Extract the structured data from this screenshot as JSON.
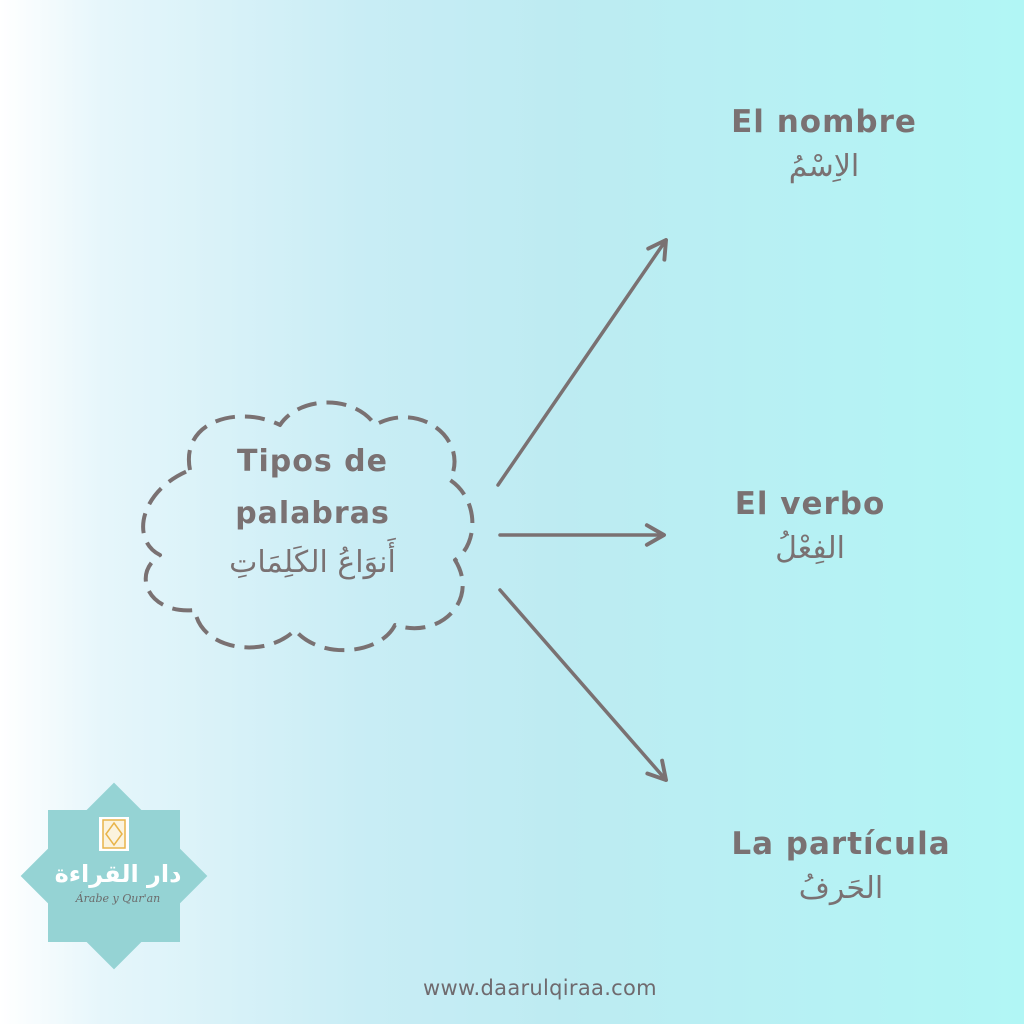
{
  "center": {
    "title_es_line1": "Tipos de",
    "title_es_line2": "palabras",
    "title_ar": "أَنوَاعُ الكَلِمَاتِ"
  },
  "nodes": [
    {
      "es": "El nombre",
      "ar": "الاِسْمُ"
    },
    {
      "es": "El verbo",
      "ar": "الفِعْلُ"
    },
    {
      "es": "La partícula",
      "ar": "الحَرفُ"
    }
  ],
  "logo": {
    "title": "دار القراءة",
    "subtitle": "Árabe y Qur'an"
  },
  "footer": {
    "website": "www.daarulqiraa.com"
  },
  "colors": {
    "text": "#7a7172",
    "lines": "#7a7172",
    "logo_bg": "#95d3d4",
    "logo_frame": "#e8b44a"
  }
}
